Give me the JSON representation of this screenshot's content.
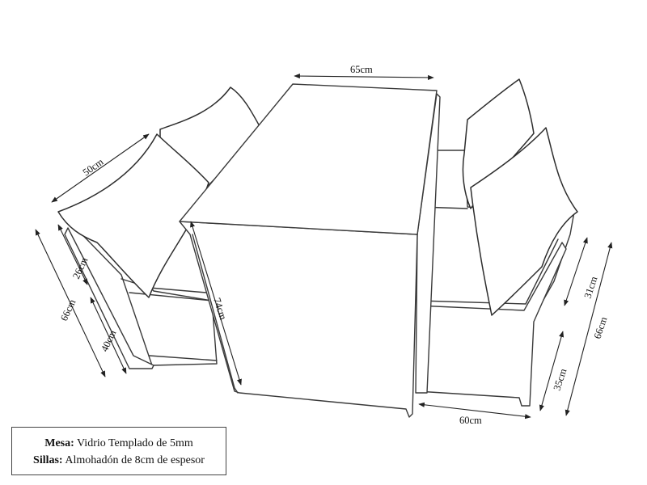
{
  "dimensions": {
    "table_width": "65cm",
    "bench_depth": "50cm",
    "bench_height_total_left": "66cm",
    "back_height_left": "26cm",
    "seat_height_left": "40cm",
    "table_height": "74cm",
    "bench_width_right": "60cm",
    "back_height_right": "31cm",
    "seat_height_right": "35cm",
    "bench_height_total_right": "66cm"
  },
  "legend": {
    "mesa_label": "Mesa:",
    "mesa_value": " Vidrio Templado de 5mm",
    "sillas_label": "Sillas:",
    "sillas_value": " Almohadón de 8cm de espesor"
  }
}
